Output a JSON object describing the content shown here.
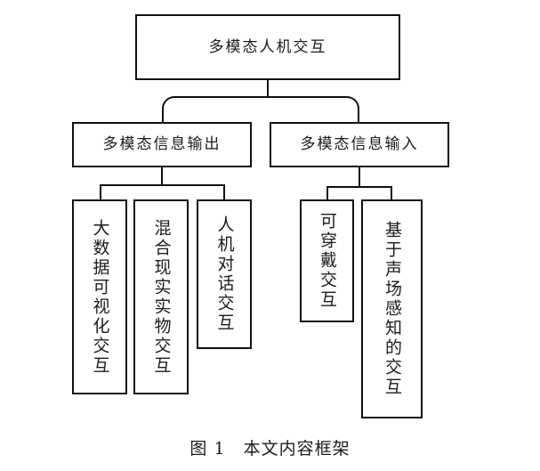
{
  "figure": {
    "caption_number": "图 1",
    "caption_title": "本文内容框架",
    "root": {
      "label": "多模态人机交互"
    },
    "branches": [
      {
        "id": "output",
        "label": "多模态信息输出",
        "leaves": [
          {
            "label": "大数据可视化交互"
          },
          {
            "label": "混合现实实物交互"
          },
          {
            "label": "人机对话交互"
          }
        ]
      },
      {
        "id": "input",
        "label": "多模态信息输入",
        "leaves": [
          {
            "label": "可穿戴交互"
          },
          {
            "label": "基于声场感知的交互"
          }
        ]
      }
    ],
    "colors": {
      "background": "#ffffff",
      "box_border": "#111111",
      "text": "#1b1b1b"
    }
  }
}
